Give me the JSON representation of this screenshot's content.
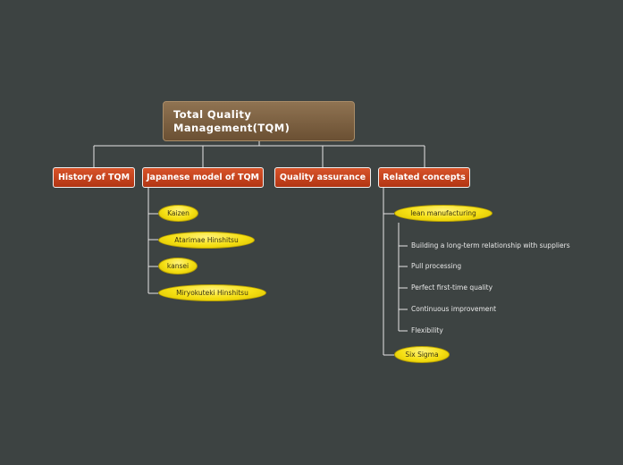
{
  "root": {
    "title_line1": "Total Quality",
    "title_line2": "Management(TQM)"
  },
  "topics": [
    {
      "label": "History of TQM"
    },
    {
      "label": "Japanese model of TQM"
    },
    {
      "label": "Quality assurance"
    },
    {
      "label": "Related concepts"
    }
  ],
  "japanese_model": {
    "items": [
      "Kaizen",
      "Atarimae Hinshitsu",
      "kansei",
      "Miryokuteki Hinshitsu"
    ]
  },
  "related_concepts": {
    "lean": {
      "label": "lean manufacturing",
      "items": [
        "Building a long-term relationship with suppliers",
        "Pull processing",
        "Perfect first-time quality",
        "Continuous improvement",
        "Flexibility"
      ]
    },
    "six_sigma": {
      "label": "Six Sigma"
    }
  },
  "colors": {
    "background": "#3d4342",
    "root_fill": "#7d6143",
    "topic_fill": "#c8461d",
    "bubble_fill": "#f5df12",
    "connector": "#e6e6e6"
  }
}
